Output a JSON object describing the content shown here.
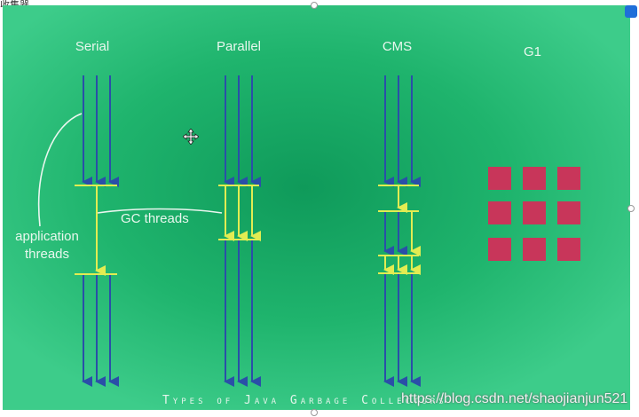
{
  "header": {
    "corner_text": "收集器"
  },
  "diagram": {
    "columns": [
      {
        "label": "Serial"
      },
      {
        "label": "Parallel"
      },
      {
        "label": "CMS"
      },
      {
        "label": "G1"
      }
    ],
    "annotations": {
      "application_threads": "application\nthreads",
      "gc_threads": "GC threads"
    },
    "title": "Types of Java Garbage Collectors",
    "watermark": "https://blog.csdn.net/shaojianjun521"
  },
  "colors": {
    "app_thread": "#2a4fa8",
    "gc_thread": "#e2ec52",
    "g1_region": "#c8365a",
    "label_text": "#e9f7ee"
  }
}
